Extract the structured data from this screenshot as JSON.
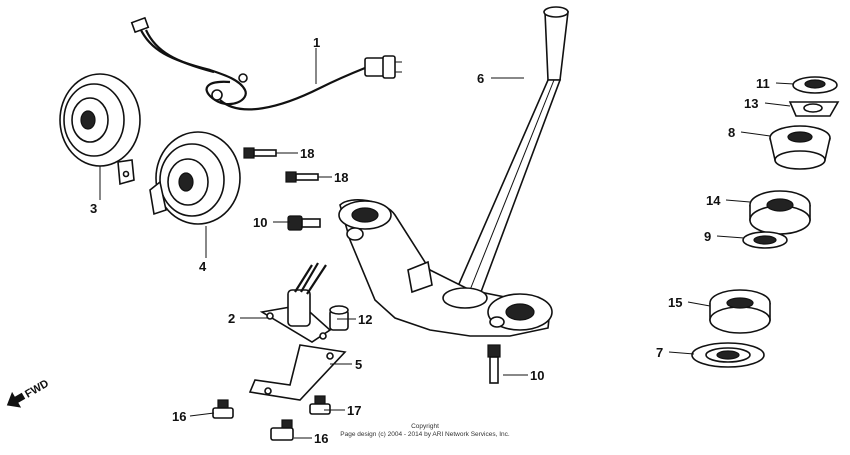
{
  "callouts": [
    {
      "id": "1",
      "label": "1"
    },
    {
      "id": "2",
      "label": "2"
    },
    {
      "id": "3",
      "label": "3"
    },
    {
      "id": "4",
      "label": "4"
    },
    {
      "id": "5",
      "label": "5"
    },
    {
      "id": "6",
      "label": "6"
    },
    {
      "id": "7",
      "label": "7"
    },
    {
      "id": "8",
      "label": "8"
    },
    {
      "id": "9",
      "label": "9"
    },
    {
      "id": "10a",
      "label": "10"
    },
    {
      "id": "10b",
      "label": "10"
    },
    {
      "id": "11",
      "label": "11"
    },
    {
      "id": "12",
      "label": "12"
    },
    {
      "id": "13",
      "label": "13"
    },
    {
      "id": "14",
      "label": "14"
    },
    {
      "id": "15",
      "label": "15"
    },
    {
      "id": "16a",
      "label": "16"
    },
    {
      "id": "16b",
      "label": "16"
    },
    {
      "id": "17",
      "label": "17"
    },
    {
      "id": "18a",
      "label": "18"
    },
    {
      "id": "18b",
      "label": "18"
    }
  ],
  "fwd_label": "FWD",
  "copyright_line1": "Copyright",
  "copyright_line2": "Page design (c) 2004 - 2014 by ARI Network Services, Inc."
}
